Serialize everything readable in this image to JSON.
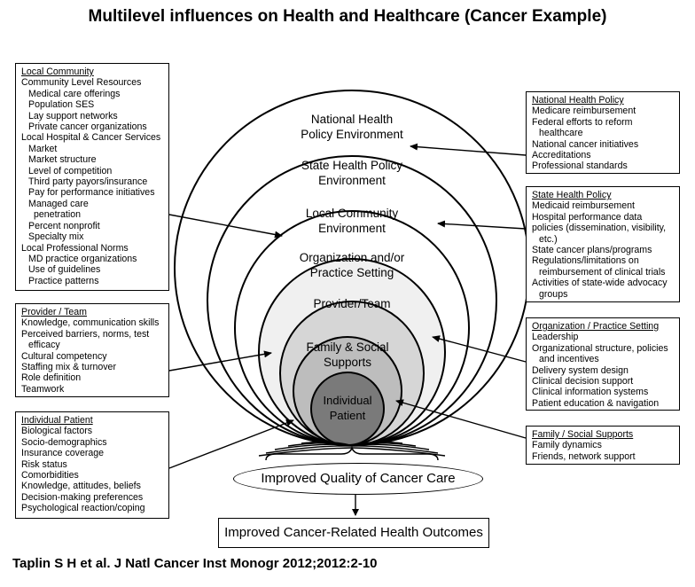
{
  "title": "Multilevel influences on Health and Healthcare (Cancer Example)",
  "citation": "Taplin S H et al. J Natl Cancer Inst Monogr 2012;2012:2-10",
  "rings": {
    "national": [
      "National Health",
      "Policy Environment"
    ],
    "state": [
      "State Health Policy",
      "Environment"
    ],
    "community": [
      "Local Community",
      "Environment"
    ],
    "organization": [
      "Organization and/or",
      "Practice Setting"
    ],
    "provider": [
      "Provider/Team"
    ],
    "family": [
      "Family & Social",
      "Supports"
    ],
    "individual": [
      "Individual",
      "Patient"
    ]
  },
  "colors": {
    "ring1": "#ffffff",
    "ring2": "#ffffff",
    "ring3": "#ffffff",
    "ring4": "#f0f0f0",
    "ring5": "#d6d6d6",
    "ring6": "#bdbdbd",
    "ring7": "#7a7a7a"
  },
  "quality_label": "Improved Quality of Cancer Care",
  "outcomes_label": "Improved Cancer-Related Health Outcomes",
  "boxes": {
    "local_community": {
      "header": "Local Community",
      "lines": [
        [
          "",
          "Community Level Resources"
        ],
        [
          "ind1",
          "Medical care offerings"
        ],
        [
          "ind1",
          "Population SES"
        ],
        [
          "ind1",
          "Lay support networks"
        ],
        [
          "ind1",
          "Private cancer organizations"
        ],
        [
          "",
          "Local Hospital & Cancer Services"
        ],
        [
          "ind1",
          "Market"
        ],
        [
          "ind1",
          "Market structure"
        ],
        [
          "ind1",
          "Level of competition"
        ],
        [
          "ind1",
          "Third party payors/insurance"
        ],
        [
          "ind1",
          "Pay for performance initiatives"
        ],
        [
          "ind1",
          "Managed care"
        ],
        [
          "ind2",
          "penetration"
        ],
        [
          "ind1",
          "Percent nonprofit"
        ],
        [
          "ind1",
          "Specialty mix"
        ],
        [
          "",
          "Local Professional Norms"
        ],
        [
          "ind1",
          "MD practice organizations"
        ],
        [
          "ind1",
          "Use of guidelines"
        ],
        [
          "ind1",
          "Practice patterns"
        ]
      ]
    },
    "provider_team": {
      "header": "Provider / Team",
      "lines": [
        [
          "",
          "Knowledge, communication skills"
        ],
        [
          "",
          "Perceived barriers, norms, test"
        ],
        [
          "ind1",
          "efficacy"
        ],
        [
          "",
          "Cultural competency"
        ],
        [
          "",
          "Staffing mix & turnover"
        ],
        [
          "",
          "Role definition"
        ],
        [
          "",
          "Teamwork"
        ]
      ]
    },
    "individual_patient": {
      "header": "Individual Patient",
      "lines": [
        [
          "",
          "Biological factors"
        ],
        [
          "",
          "Socio-demographics"
        ],
        [
          "",
          "Insurance coverage"
        ],
        [
          "",
          "Risk status"
        ],
        [
          "",
          "Comorbidities"
        ],
        [
          "",
          "Knowledge, attitudes, beliefs"
        ],
        [
          "",
          "Decision-making preferences"
        ],
        [
          "",
          "Psychological reaction/coping"
        ]
      ]
    },
    "national_policy": {
      "header": "National Health Policy",
      "lines": [
        [
          "",
          "Medicare reimbursement"
        ],
        [
          "",
          "Federal efforts to reform"
        ],
        [
          "ind1",
          "healthcare"
        ],
        [
          "",
          "National cancer initiatives"
        ],
        [
          "",
          "Accreditations"
        ],
        [
          "",
          "Professional standards"
        ]
      ]
    },
    "state_policy": {
      "header": "State Health Policy",
      "lines": [
        [
          "",
          "Medicaid reimbursement"
        ],
        [
          "",
          "Hospital performance data"
        ],
        [
          "",
          "policies (dissemination, visibility,"
        ],
        [
          "ind1",
          "etc.)"
        ],
        [
          "",
          "State cancer plans/programs"
        ],
        [
          "",
          "Regulations/limitations on"
        ],
        [
          "ind1",
          "reimbursement of clinical trials"
        ],
        [
          "",
          "Activities of state-wide advocacy"
        ],
        [
          "ind1",
          "groups"
        ]
      ]
    },
    "organization": {
      "header": "Organization / Practice Setting",
      "lines": [
        [
          "",
          "Leadership"
        ],
        [
          "",
          "Organizational structure, policies"
        ],
        [
          "ind1",
          "and incentives"
        ],
        [
          "",
          "Delivery system design"
        ],
        [
          "",
          "Clinical decision support"
        ],
        [
          "",
          "Clinical information systems"
        ],
        [
          "",
          "Patient education & navigation"
        ]
      ]
    },
    "family_social": {
      "header": "Family / Social Supports",
      "lines": [
        [
          "",
          "Family dynamics"
        ],
        [
          "",
          "Friends, network support"
        ]
      ]
    }
  }
}
